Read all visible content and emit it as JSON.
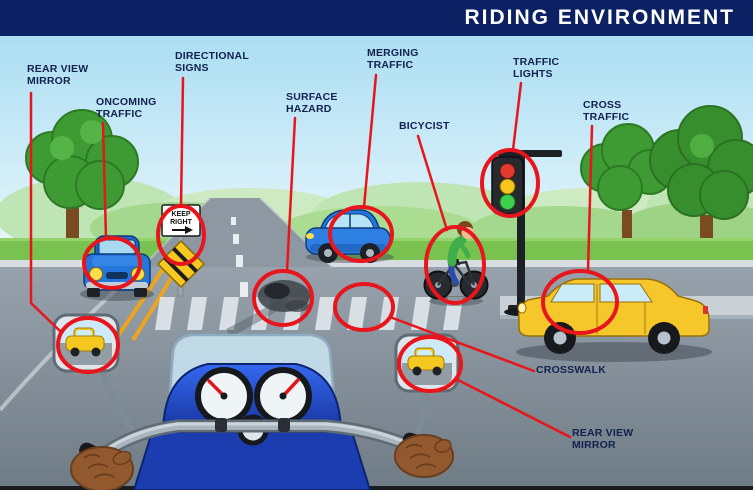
{
  "title": "RIDING ENVIRONMENT",
  "callouts": {
    "rear_view_mirror_left": "REAR VIEW\nMIRROR",
    "oncoming_traffic": "ONCOMING\nTRAFFIC",
    "directional_signs": "DIRECTIONAL\nSIGNS",
    "surface_hazard": "SURFACE\nHAZARD",
    "merging_traffic": "MERGING\nTRAFFIC",
    "bicycist": "BICYCIST",
    "traffic_lights": "TRAFFIC\nLIGHTS",
    "cross_traffic": "CROSS\nTRAFFIC",
    "crosswalk": "CROSSWALK",
    "rear_view_mirror_right": "REAR VIEW\nMIRROR"
  },
  "road_sign": {
    "keep_right_line1": "KEEP",
    "keep_right_line2": "RIGHT"
  },
  "colors": {
    "banner_navy": "#0b2163",
    "highlight_red": "#e8151c",
    "label_navy": "#13214f",
    "taxi_yellow": "#f6c72a",
    "car_blue": "#2276dd",
    "grass_green": "#79c24f",
    "traffic_light_green": "#3ecf4e",
    "traffic_light_yellow": "#f7c51d",
    "traffic_light_red": "#e23a2e"
  }
}
